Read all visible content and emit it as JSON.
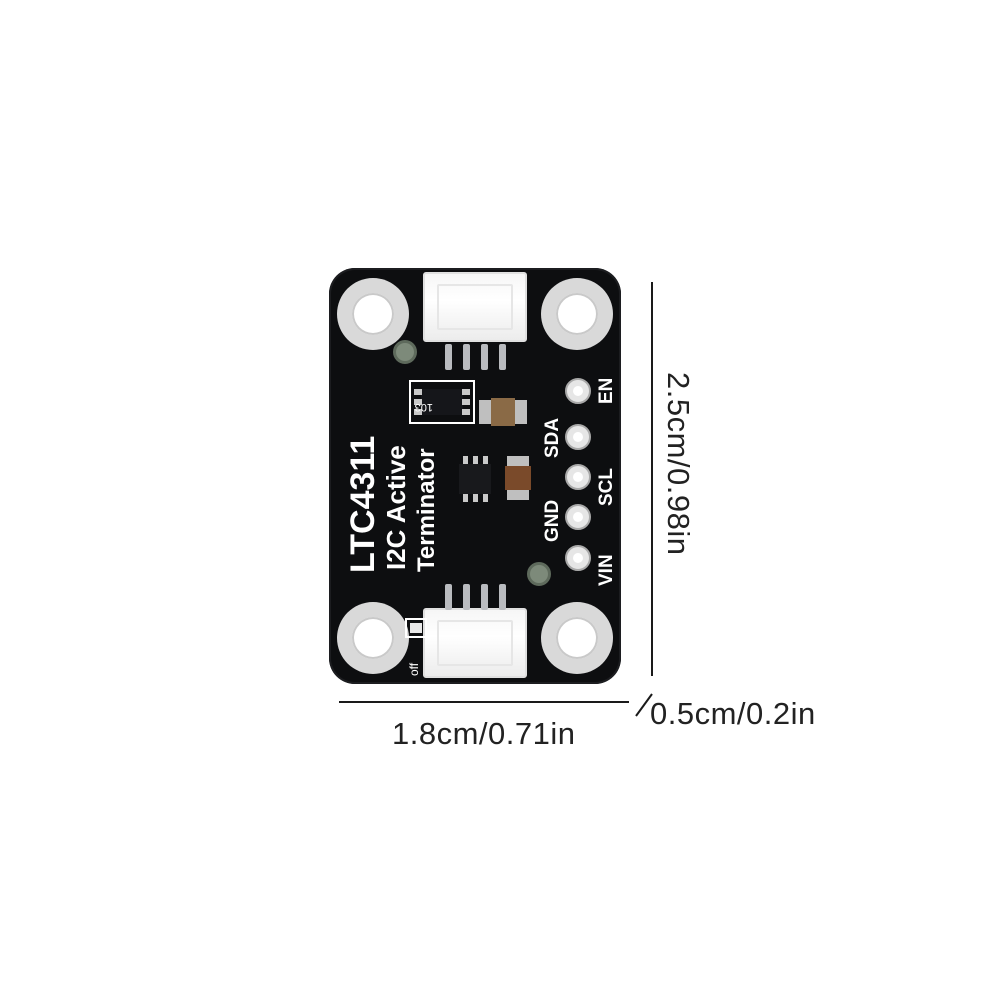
{
  "product": {
    "title": "LTC4311",
    "subtitle": "I2C Active",
    "subtitle2": "Terminator",
    "pins": [
      "EN",
      "SDA",
      "SCL",
      "GND",
      "VIN"
    ],
    "resistor_code": "103",
    "switch_label": "off"
  },
  "dimensions": {
    "height": "2.5cm/0.98in",
    "width": "1.8cm/0.71in",
    "thickness": "0.5cm/0.2in"
  },
  "colors": {
    "board": "#0d0e10",
    "silkscreen": "#ffffff",
    "connector": "#f4f4f4"
  }
}
